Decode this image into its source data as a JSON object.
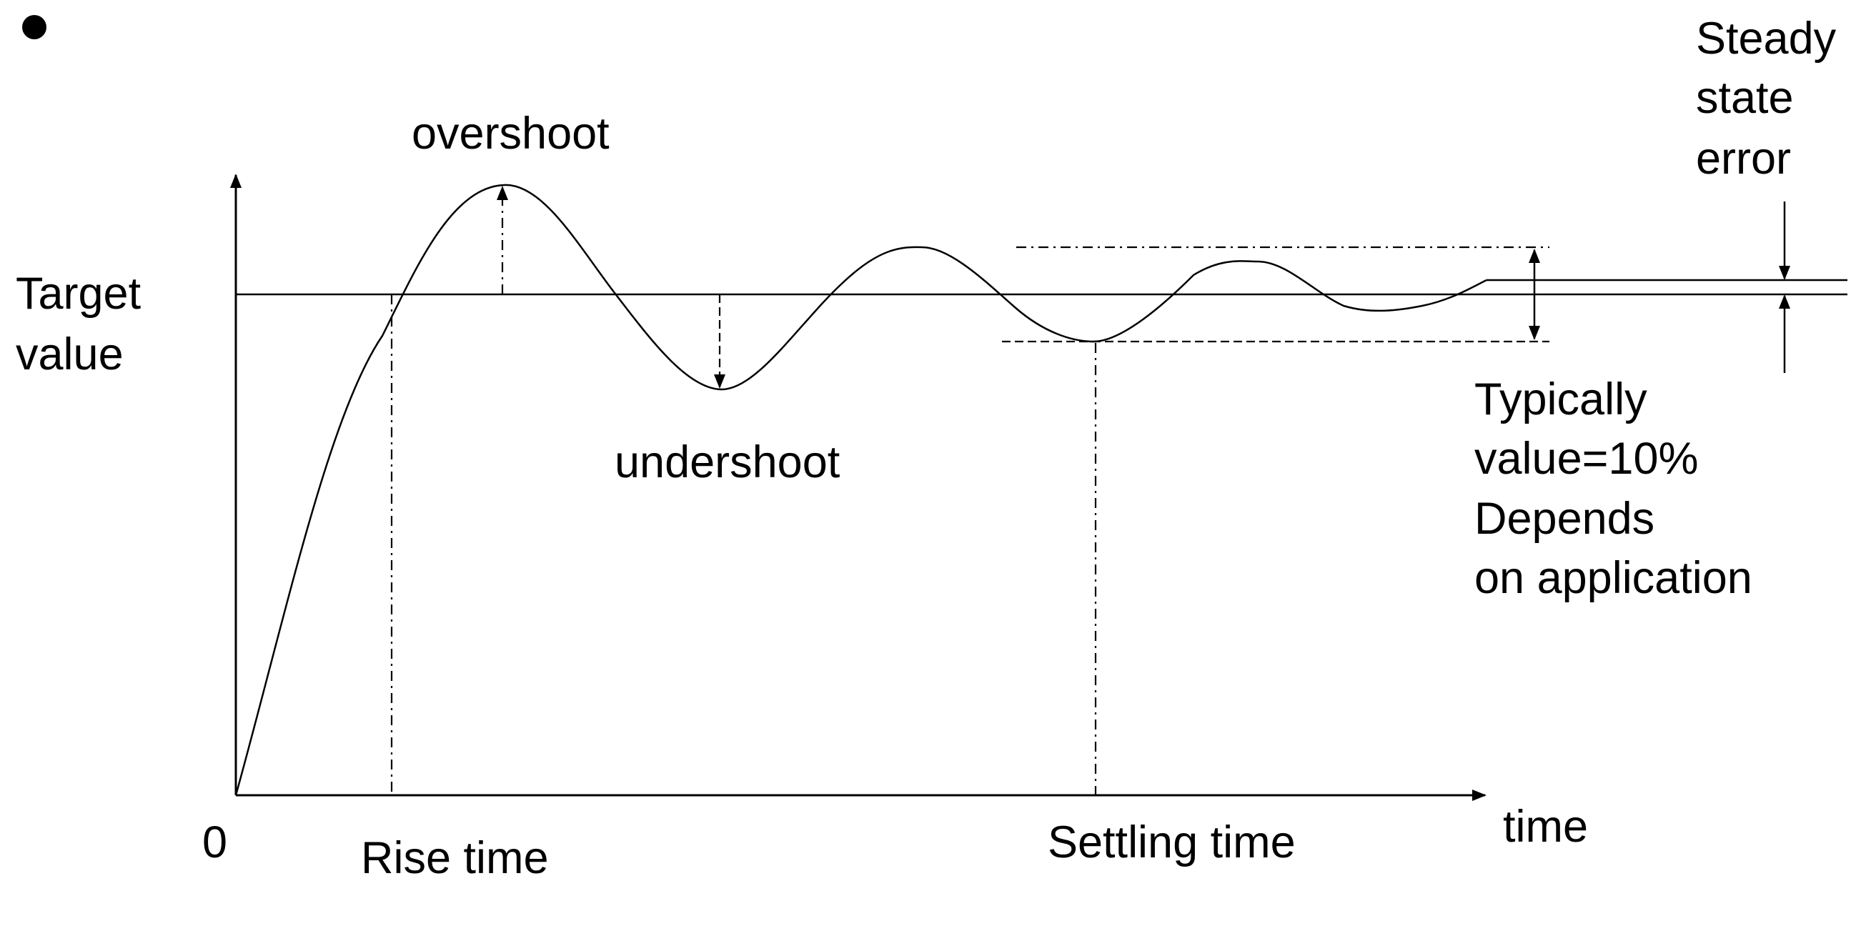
{
  "labels": {
    "y_axis": [
      "Target",
      "value"
    ],
    "origin": "0",
    "x_axis": "time",
    "overshoot": "overshoot",
    "undershoot": "undershoot",
    "rise_time": "Rise time",
    "settling_time": "Settling time",
    "steady_state_error": [
      "Steady",
      "state",
      "error"
    ],
    "tolerance_note": [
      "Typically",
      "value=10%",
      "Depends",
      "on application"
    ]
  },
  "colors": {
    "ink": "#000000",
    "background": "#ffffff"
  },
  "icons": [
    "bullet-icon"
  ]
}
